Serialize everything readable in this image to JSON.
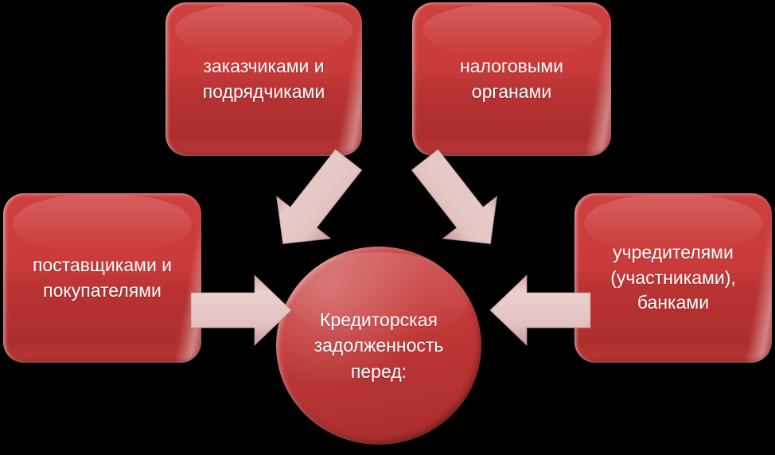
{
  "diagram": {
    "title": "Кредиторская задолженность перед:",
    "background_color": "#000000",
    "node_fill_color": "#c43838",
    "node_text_color": "#ffffff",
    "arrow_color": "#e0b8b8",
    "center": {
      "id": "center",
      "shape": "ellipse",
      "label": "Кредиторская\nзадолженность\nперед:"
    },
    "nodes": [
      {
        "id": "customers",
        "shape": "rounded-rectangle",
        "position": "top-left",
        "label": "заказчиками и\nподрядчиками"
      },
      {
        "id": "tax",
        "shape": "rounded-rectangle",
        "position": "top-right",
        "label": "налоговыми\nорганами"
      },
      {
        "id": "suppliers",
        "shape": "rounded-rectangle",
        "position": "left",
        "label": "поставщиками и\nпокупателями"
      },
      {
        "id": "founders",
        "shape": "rounded-rectangle",
        "position": "right",
        "label": "учредителями\n(участниками),\nбанками"
      }
    ],
    "arrows": [
      {
        "id": "arrow-customers",
        "from": "customers",
        "to": "center",
        "direction": "down-right"
      },
      {
        "id": "arrow-tax",
        "from": "tax",
        "to": "center",
        "direction": "down-left"
      },
      {
        "id": "arrow-suppliers",
        "from": "suppliers",
        "to": "center",
        "direction": "right"
      },
      {
        "id": "arrow-founders",
        "from": "founders",
        "to": "center",
        "direction": "left"
      }
    ]
  }
}
